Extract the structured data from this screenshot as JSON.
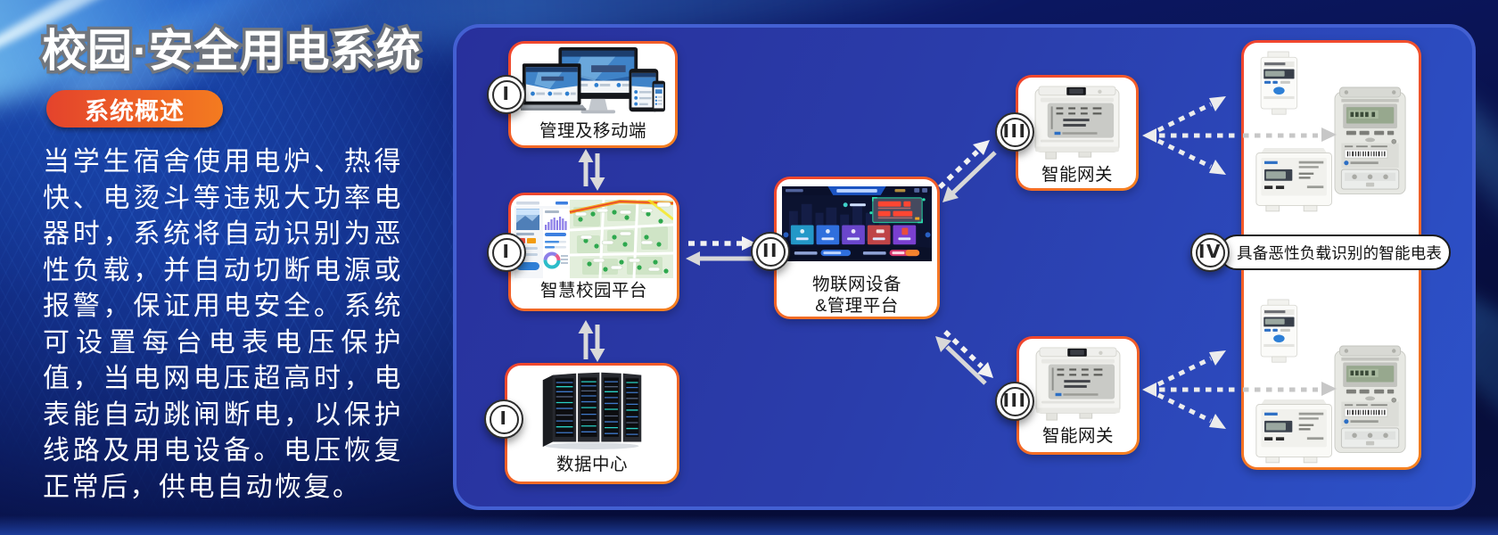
{
  "page": {
    "title": "校园·安全用电系统",
    "overview_badge": "系统概述",
    "description": "当学生宿舍使用电炉、热得快、电烫斗等违规大功率电器时，系统将自动识别为恶性负载，并自动切断电源或报警，保证用电安全。系统可设置每台电表电压保护值，当电网电压超高时，电表能自动跳闸断电，以保护线路及用电设备。电压恢复正常后，供电自动恢复。"
  },
  "diagram": {
    "mgmt": {
      "numeral": "I",
      "label": "管理及移动端"
    },
    "campus": {
      "numeral": "I",
      "label": "智慧校园平台"
    },
    "datacenter": {
      "numeral": "I",
      "label": "数据中心"
    },
    "iot": {
      "numeral": "II",
      "label": "物联网设备\n&管理平台"
    },
    "gateway_top": {
      "numeral": "III",
      "label": "智能网关"
    },
    "gateway_bottom": {
      "numeral": "III",
      "label": "智能网关"
    },
    "meters": {
      "numeral": "IV",
      "label": "具备恶性负载识别的智能电表"
    }
  },
  "colors": {
    "accent_orange": "#f15a29",
    "accent_red": "#ef4136",
    "panel_blue": "#2a3dab",
    "panel_border": "#4360d2",
    "background_navy": "#0a1456",
    "badge_gradient_left": "#e4432c",
    "badge_gradient_right": "#f47b20",
    "arrow_gray": "#d9d9d9",
    "arrow_white": "#f2f2f2"
  }
}
